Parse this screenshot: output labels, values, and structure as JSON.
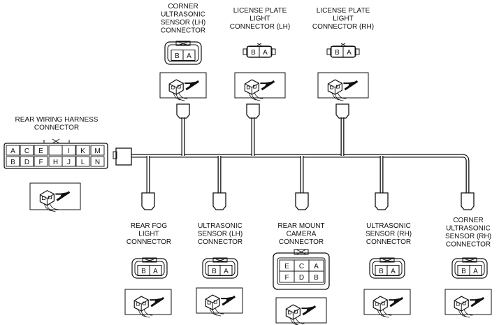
{
  "diagram": {
    "harness": {
      "label": [
        "REAR WIRING HARNESS",
        "CONNECTOR"
      ],
      "pins_top": [
        "A",
        "C",
        "E",
        "",
        "I",
        "K",
        "M"
      ],
      "pins_bottom": [
        "B",
        "D",
        "F",
        "H",
        "J",
        "L",
        "N"
      ]
    },
    "connectors": [
      {
        "id": "corner-lh",
        "label": [
          "CORNER",
          "ULTRASONIC",
          "SENSOR (LH)",
          "CONNECTOR"
        ],
        "pins": [
          "B",
          "A"
        ]
      },
      {
        "id": "license-lh",
        "label": [
          "LICENSE PLATE",
          "LIGHT",
          "CONNECTOR (LH)"
        ],
        "pins": [
          "B",
          "A"
        ]
      },
      {
        "id": "license-rh",
        "label": [
          "LICENSE PLATE",
          "LIGHT",
          "CONNECTOR (RH)"
        ],
        "pins": [
          "B",
          "A"
        ]
      },
      {
        "id": "rear-fog",
        "label": [
          "REAR FOG",
          "LIGHT",
          "CONNECTOR"
        ],
        "pins": [
          "B",
          "A"
        ]
      },
      {
        "id": "ultra-lh",
        "label": [
          "ULTRASONIC",
          "SENSOR (LH)",
          "CONNECTOR"
        ],
        "pins": [
          "B",
          "A"
        ]
      },
      {
        "id": "camera",
        "label": [
          "REAR MOUNT",
          "CAMERA",
          "CONNECTOR"
        ],
        "pins_top": [
          "E",
          "C",
          "A"
        ],
        "pins_bottom": [
          "F",
          "D",
          "B"
        ]
      },
      {
        "id": "ultra-rh",
        "label": [
          "ULTRASONIC",
          "SENSOR (RH)",
          "CONNECTOR"
        ],
        "pins": [
          "B",
          "A"
        ]
      },
      {
        "id": "corner-rh",
        "label": [
          "CORNER",
          "ULTRASONIC",
          "SENSOR (RH)",
          "CONNECTOR"
        ],
        "pins": [
          "B",
          "A"
        ]
      }
    ]
  }
}
